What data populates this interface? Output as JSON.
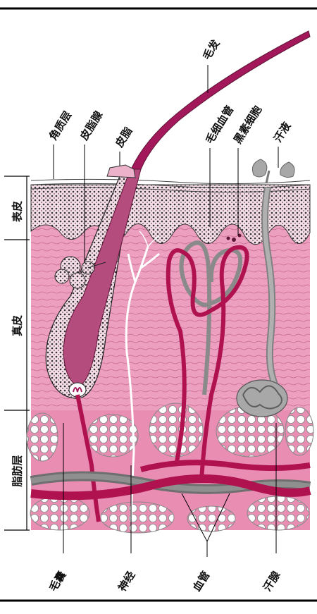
{
  "diagram": {
    "layer_labels": {
      "epidermis": "表皮",
      "dermis": "真皮",
      "fat_layer": "脂肪层"
    },
    "top_labels": {
      "hair": "毛发",
      "stratum_corneum": "角质层",
      "sebaceous_gland": "皮脂腺",
      "sebum": "皮脂",
      "capillary": "毛细血管",
      "melanocyte": "黑素细胞",
      "sweat": "汗液"
    },
    "bottom_labels": {
      "hair_follicle": "毛囊",
      "nerve": "神经",
      "blood_vessel": "血管",
      "sweat_gland": "汗腺"
    },
    "colors": {
      "epidermis": "#f6dde8",
      "dermis": "#ec9fbe",
      "fat_bg": "#e98db2",
      "hair": "#a3185a",
      "vessel_magenta": "#b0124f",
      "vessel_gray": "#6f6f6f",
      "gland_gray": "#9c9c9c",
      "nerve": "#ffffff"
    }
  }
}
